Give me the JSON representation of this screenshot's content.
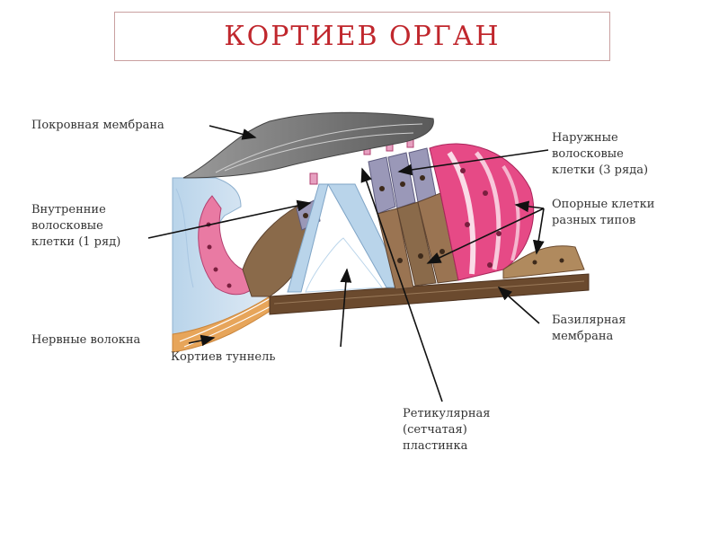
{
  "title": "КОРТИЕВ ОРГАН",
  "labels": {
    "tectorial_membrane": "Покровная мембрана",
    "inner_hair_cells": "Внутренние\nволосковые\nклетки (1 ряд)",
    "nerve_fibers": "Нервные волокна",
    "corti_tunnel": "Кортиев туннель",
    "outer_hair_cells": "Наружные\nволосковые\nклетки (3 ряда)",
    "supporting_cells": "Опорные клетки\nразных типов",
    "basilar_membrane": "Базилярная\nмембрана",
    "reticular_lamina": "Ретикулярная\n(сетчатая)\nпластинка"
  },
  "colors": {
    "title": "#c0272d",
    "pink": "#e64a86",
    "brown": "#8a6a4a",
    "blue": "#9dc1df",
    "lilac": "#9a98b8",
    "gray": "#777777",
    "orange": "#e7a55a"
  }
}
